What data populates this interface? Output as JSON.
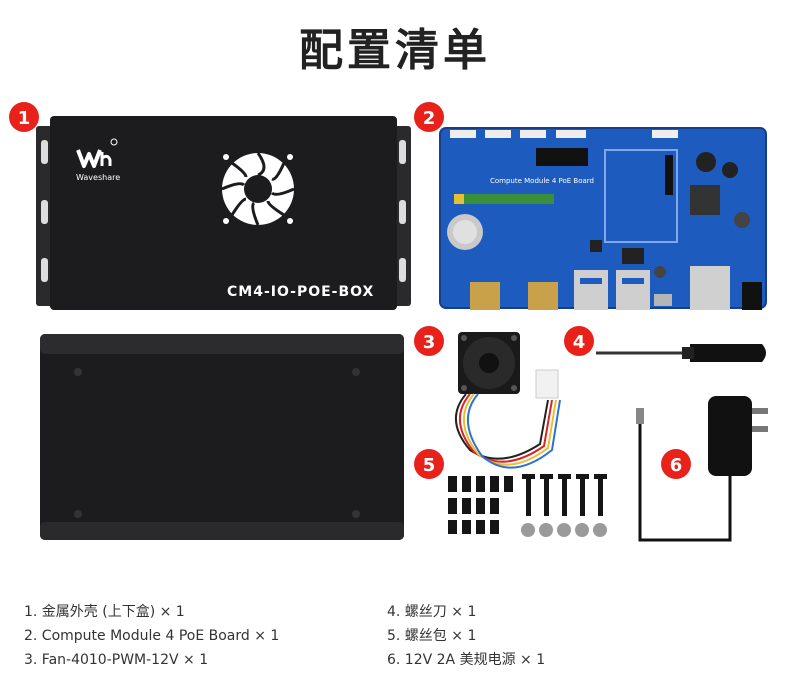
{
  "page": {
    "title": "配置清单"
  },
  "photo": {
    "lid_label": "CM4-IO-POE-BOX",
    "logo_text": "Waveshare",
    "board_label": "Compute Module 4 PoE Board",
    "badges": [
      "1",
      "2",
      "3",
      "4",
      "5",
      "6"
    ],
    "badge_color": "#e8221b",
    "enclosure_color": "#1c1c1e",
    "pcb_color": "#1e5bbf"
  },
  "packing_list": {
    "left": [
      "1. 金属外壳 (上下盒) × 1",
      "2. Compute Module 4 PoE Board × 1",
      "3. Fan-4010-PWM-12V × 1"
    ],
    "right": [
      "4. 螺丝刀 × 1",
      "5. 螺丝包 × 1",
      "6. 12V 2A 美规电源 × 1"
    ]
  }
}
